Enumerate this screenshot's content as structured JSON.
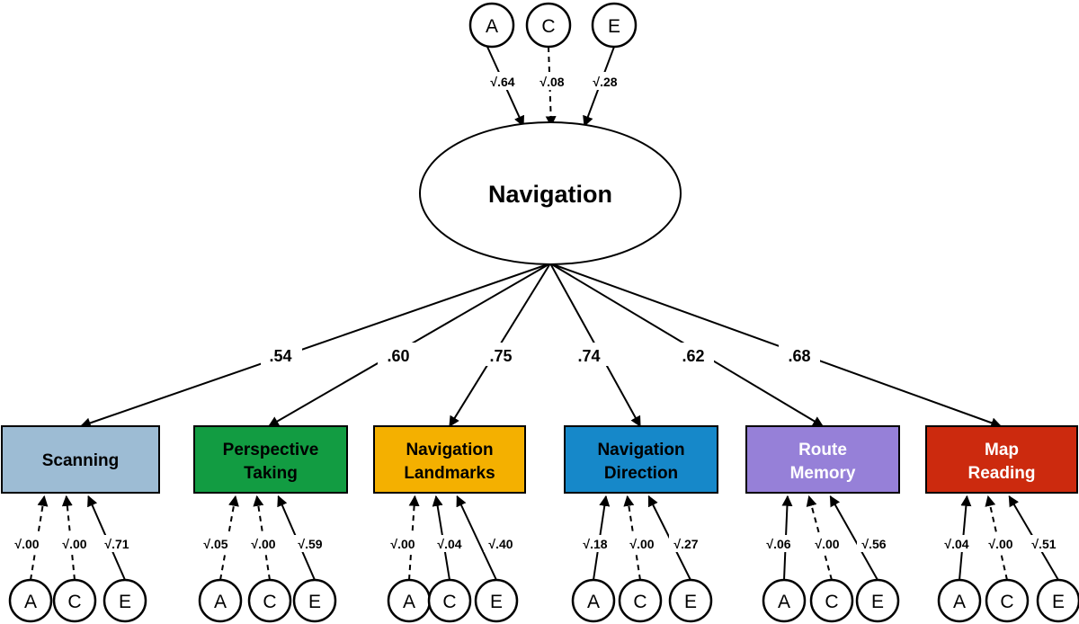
{
  "latent": {
    "label": "Navigation",
    "ace": [
      {
        "letter": "A",
        "path": "√.64",
        "significant": true
      },
      {
        "letter": "C",
        "path": "√.08",
        "significant": false
      },
      {
        "letter": "E",
        "path": "√.28",
        "significant": true
      }
    ]
  },
  "indicators": [
    {
      "line1": "Scanning",
      "line2": "",
      "loading": ".54",
      "color": "#9dbcd4",
      "ace": [
        {
          "letter": "A",
          "path": "√.00",
          "significant": false
        },
        {
          "letter": "C",
          "path": "√.00",
          "significant": false
        },
        {
          "letter": "E",
          "path": "√.71",
          "significant": true
        }
      ]
    },
    {
      "line1": "Perspective",
      "line2": "Taking",
      "loading": ".60",
      "color": "#129c42",
      "ace": [
        {
          "letter": "A",
          "path": "√.05",
          "significant": false
        },
        {
          "letter": "C",
          "path": "√.00",
          "significant": false
        },
        {
          "letter": "E",
          "path": "√.59",
          "significant": true
        }
      ]
    },
    {
      "line1": "Navigation",
      "line2": "Landmarks",
      "loading": ".75",
      "color": "#f4b000",
      "ace": [
        {
          "letter": "A",
          "path": "√.00",
          "significant": false
        },
        {
          "letter": "C",
          "path": "√.04",
          "significant": true
        },
        {
          "letter": "E",
          "path": "√.40",
          "significant": true
        }
      ]
    },
    {
      "line1": "Navigation",
      "line2": "Direction",
      "loading": ".74",
      "color": "#1688c9",
      "ace": [
        {
          "letter": "A",
          "path": "√.18",
          "significant": true
        },
        {
          "letter": "C",
          "path": "√.00",
          "significant": false
        },
        {
          "letter": "E",
          "path": "√.27",
          "significant": true
        }
      ]
    },
    {
      "line1": "Route",
      "line2": "Memory",
      "loading": ".62",
      "color": "#9680d8",
      "ace": [
        {
          "letter": "A",
          "path": "√.06",
          "significant": true
        },
        {
          "letter": "C",
          "path": "√.00",
          "significant": false
        },
        {
          "letter": "E",
          "path": "√.56",
          "significant": true
        }
      ]
    },
    {
      "line1": "Map",
      "line2": "Reading",
      "loading": ".68",
      "color": "#cc2a0e",
      "ace": [
        {
          "letter": "A",
          "path": "√.04",
          "significant": true
        },
        {
          "letter": "C",
          "path": "√.00",
          "significant": false
        },
        {
          "letter": "E",
          "path": "√.51",
          "significant": true
        }
      ]
    }
  ]
}
